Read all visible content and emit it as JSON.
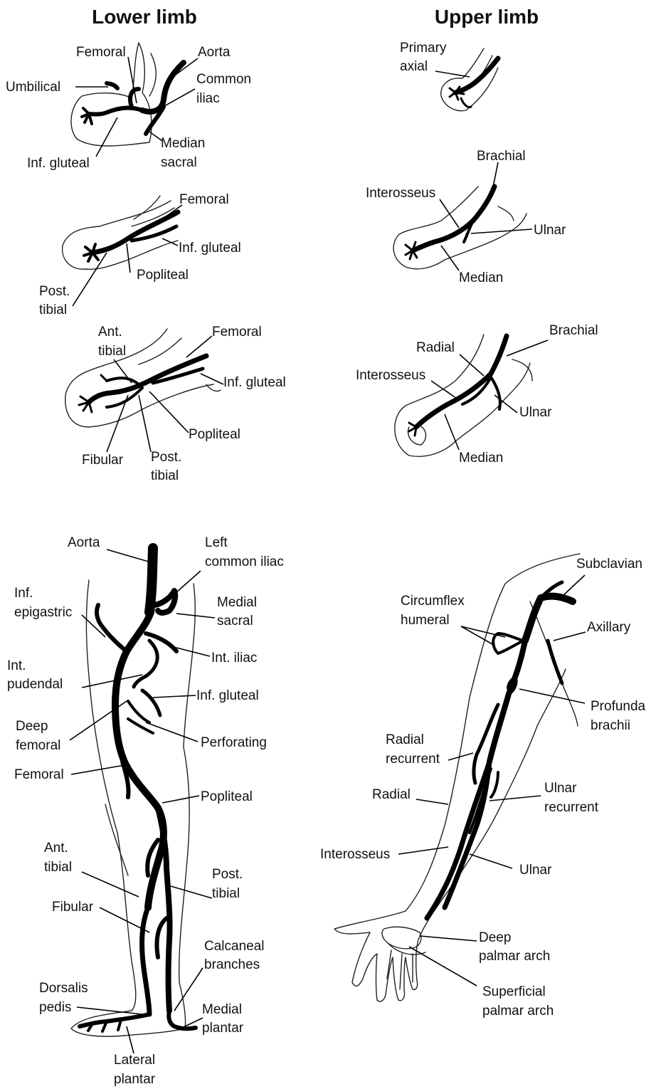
{
  "titles": {
    "lower": "Lower limb",
    "upper": "Upper limb"
  },
  "lower_stage1": {
    "femoral": "Femoral",
    "aorta": "Aorta",
    "umbilical": "Umbilical",
    "common_iliac": [
      "Common",
      "iliac"
    ],
    "median_sacral": [
      "Median",
      "sacral"
    ],
    "inf_gluteal": "Inf. gluteal"
  },
  "lower_stage2": {
    "femoral": "Femoral",
    "inf_gluteal": "Inf. gluteal",
    "popliteal": "Popliteal",
    "post_tibial": [
      "Post.",
      "tibial"
    ]
  },
  "lower_stage3": {
    "ant_tibial": [
      "Ant.",
      "tibial"
    ],
    "femoral": "Femoral",
    "inf_gluteal": "Inf. gluteal",
    "popliteal": "Popliteal",
    "fibular": "Fibular",
    "post_tibial": [
      "Post.",
      "tibial"
    ]
  },
  "upper_stage1": {
    "primary_axial": [
      "Primary",
      "axial"
    ]
  },
  "upper_stage2": {
    "brachial": "Brachial",
    "interosseus": "Interosseus",
    "ulnar": "Ulnar",
    "median": "Median"
  },
  "upper_stage3": {
    "brachial": "Brachial",
    "radial": "Radial",
    "interosseus": "Interosseus",
    "ulnar": "Ulnar",
    "median": "Median"
  },
  "lower_adult": {
    "aorta": "Aorta",
    "left_common_iliac": [
      "Left",
      "common iliac"
    ],
    "inf_epigastric": [
      "Inf.",
      "epigastric"
    ],
    "medial_sacral": [
      "Medial",
      "sacral"
    ],
    "int_iliac": "Int. iliac",
    "int_pudendal": [
      "Int.",
      "pudendal"
    ],
    "inf_gluteal": "Inf. gluteal",
    "deep_femoral": [
      "Deep",
      "femoral"
    ],
    "perforating": "Perforating",
    "femoral": "Femoral",
    "popliteal": "Popliteal",
    "ant_tibial": [
      "Ant.",
      "tibial"
    ],
    "post_tibial": [
      "Post.",
      "tibial"
    ],
    "fibular": "Fibular",
    "calcaneal_branches": [
      "Calcaneal",
      "branches"
    ],
    "dorsalis_pedis": [
      "Dorsalis",
      "pedis"
    ],
    "medial_plantar": [
      "Medial",
      "plantar"
    ],
    "lateral_plantar": [
      "Lateral",
      "plantar"
    ]
  },
  "upper_adult": {
    "subclavian": "Subclavian",
    "circumflex_humeral": [
      "Circumflex",
      "humeral"
    ],
    "axillary": "Axillary",
    "profunda_brachii": [
      "Profunda",
      "brachii"
    ],
    "radial_recurrent": [
      "Radial",
      "recurrent"
    ],
    "radial": "Radial",
    "ulnar_recurrent": [
      "Ulnar",
      "recurrent"
    ],
    "interosseus": "Interosseus",
    "ulnar": "Ulnar",
    "deep_palmar_arch": [
      "Deep",
      "palmar arch"
    ],
    "superficial_palmar_arch": [
      "Superficial",
      "palmar arch"
    ]
  }
}
